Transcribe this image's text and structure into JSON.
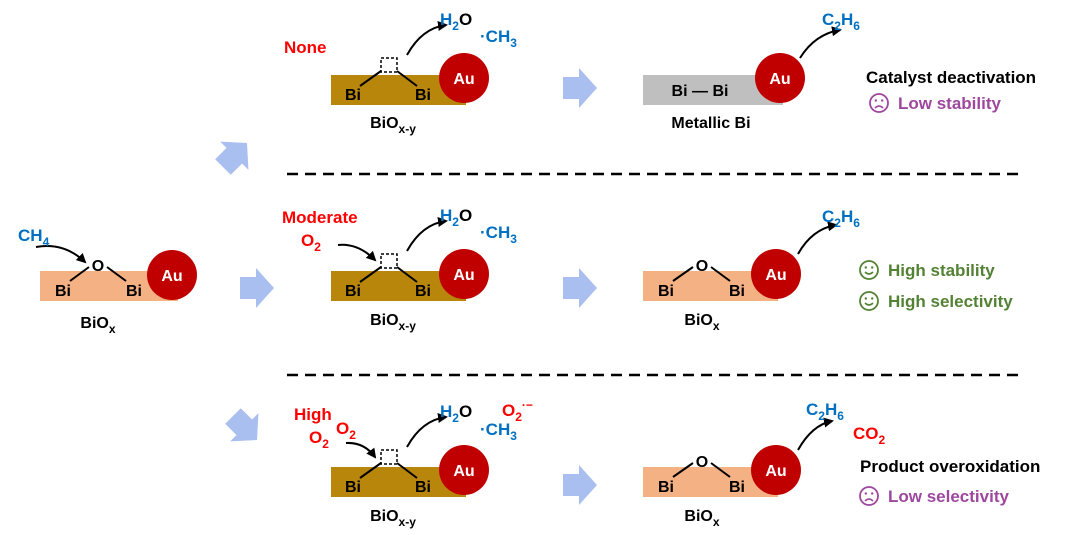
{
  "colors": {
    "gold_oxide": "#B8860B",
    "peach_oxide": "#F4B183",
    "metallic_gray": "#BFBFBF",
    "au_red": "#C00000",
    "label_blue": "#0070C0",
    "label_red": "#FF0000",
    "good_green": "#548235",
    "bad_purple": "#9E479E",
    "arrow_blue": "#A9BFEF"
  },
  "icons": [
    "happy-face-icon",
    "sad-face-icon",
    "process-arrow-icon",
    "oxygen-vacancy-icon"
  ],
  "start": {
    "reactant": [
      "CH",
      "4"
    ],
    "atoms": {
      "bi_left": "Bi",
      "bi_right": "Bi",
      "o": "O",
      "au": "Au"
    },
    "label": [
      "BiO",
      "x"
    ]
  },
  "rows": [
    {
      "condition": "None",
      "o2": [],
      "intermediate": {
        "water": [
          "H",
          "2",
          "O"
        ],
        "methyl": [
          "·CH",
          "3"
        ],
        "atoms": {
          "bi_left": "Bi",
          "bi_right": "Bi",
          "au": "Au"
        },
        "label": [
          "BiO",
          "x-y"
        ]
      },
      "final": {
        "type": "metallic",
        "product": [
          "C",
          "2",
          "H",
          "6"
        ],
        "atoms": {
          "bond": "Bi — Bi",
          "au": "Au"
        },
        "label": "Metallic Bi"
      },
      "outcome": {
        "heading": "Catalyst deactivation",
        "items": [
          {
            "mood": "sad",
            "text": "Low stability"
          }
        ]
      }
    },
    {
      "condition": "Moderate",
      "o2": [
        [
          "O",
          "2"
        ]
      ],
      "intermediate": {
        "water": [
          "H",
          "2",
          "O"
        ],
        "methyl": [
          "·CH",
          "3"
        ],
        "atoms": {
          "bi_left": "Bi",
          "bi_right": "Bi",
          "au": "Au"
        },
        "label": [
          "BiO",
          "x-y"
        ]
      },
      "final": {
        "type": "oxide",
        "product": [
          "C",
          "2",
          "H",
          "6"
        ],
        "atoms": {
          "bi_left": "Bi",
          "bi_right": "Bi",
          "o": "O",
          "au": "Au"
        },
        "label": [
          "BiO",
          "x"
        ]
      },
      "outcome": {
        "heading": "",
        "items": [
          {
            "mood": "happy",
            "text": "High stability"
          },
          {
            "mood": "happy",
            "text": "High selectivity"
          }
        ]
      }
    },
    {
      "condition": "High",
      "o2": [
        [
          "O",
          "2"
        ],
        [
          "O",
          "2"
        ]
      ],
      "superoxide": [
        "O",
        "2",
        "·−"
      ],
      "intermediate": {
        "water": [
          "H",
          "2",
          "O"
        ],
        "methyl": [
          "·CH",
          "3"
        ],
        "atoms": {
          "bi_left": "Bi",
          "bi_right": "Bi",
          "au": "Au"
        },
        "label": [
          "BiO",
          "x-y"
        ]
      },
      "final": {
        "type": "oxide",
        "product": [
          "C",
          "2",
          "H",
          "6"
        ],
        "co2": [
          "CO",
          "2"
        ],
        "atoms": {
          "bi_left": "Bi",
          "bi_right": "Bi",
          "o": "O",
          "au": "Au"
        },
        "label": [
          "BiO",
          "x"
        ]
      },
      "outcome": {
        "heading": "Product overoxidation",
        "items": [
          {
            "mood": "sad",
            "text": "Low selectivity"
          }
        ]
      }
    }
  ]
}
